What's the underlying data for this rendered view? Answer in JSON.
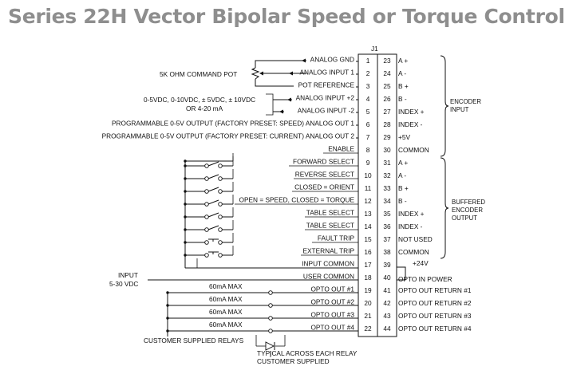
{
  "title": "Series 22H Vector Bipolar Speed or Torque Control",
  "connector_label": "J1",
  "left_pins": [
    {
      "num": "1",
      "label": "ANALOG GND"
    },
    {
      "num": "2",
      "label": "ANALOG INPUT 1"
    },
    {
      "num": "3",
      "label": "POT REFERENCE"
    },
    {
      "num": "4",
      "label": "ANALOG INPUT +2"
    },
    {
      "num": "5",
      "label": "ANALOG INPUT -2"
    },
    {
      "num": "6",
      "label": "PROGRAMMABLE 0-5V OUTPUT (FACTORY PRESET: SPEED) ANALOG OUT 1"
    },
    {
      "num": "7",
      "label": "PROGRAMMABLE 0-5V OUTPUT (FACTORY PRESET: CURRENT) ANALOG OUT 2"
    },
    {
      "num": "8",
      "label": "ENABLE"
    },
    {
      "num": "9",
      "label": "FORWARD SELECT"
    },
    {
      "num": "10",
      "label": "REVERSE SELECT"
    },
    {
      "num": "11",
      "label": "CLOSED = ORIENT"
    },
    {
      "num": "12",
      "label": "OPEN = SPEED, CLOSED = TORQUE"
    },
    {
      "num": "13",
      "label": "TABLE SELECT"
    },
    {
      "num": "14",
      "label": "TABLE SELECT"
    },
    {
      "num": "15",
      "label": "FAULT TRIP"
    },
    {
      "num": "16",
      "label": "EXTERNAL TRIP"
    },
    {
      "num": "17",
      "label": "INPUT COMMON"
    },
    {
      "num": "18",
      "label": "USER COMMON"
    },
    {
      "num": "19",
      "label": "OPTO OUT #1"
    },
    {
      "num": "20",
      "label": "OPTO OUT #2"
    },
    {
      "num": "21",
      "label": "OPTO OUT #3"
    },
    {
      "num": "22",
      "label": "OPTO OUT #4"
    }
  ],
  "right_pins": [
    {
      "num": "23",
      "label": "A +"
    },
    {
      "num": "24",
      "label": "A -"
    },
    {
      "num": "25",
      "label": "B +"
    },
    {
      "num": "26",
      "label": "B -"
    },
    {
      "num": "27",
      "label": "INDEX +"
    },
    {
      "num": "28",
      "label": "INDEX -"
    },
    {
      "num": "29",
      "label": "+5V"
    },
    {
      "num": "30",
      "label": "COMMON"
    },
    {
      "num": "31",
      "label": "A +"
    },
    {
      "num": "32",
      "label": "A -"
    },
    {
      "num": "33",
      "label": "B +"
    },
    {
      "num": "34",
      "label": "B -"
    },
    {
      "num": "35",
      "label": "INDEX +"
    },
    {
      "num": "36",
      "label": "INDEX -"
    },
    {
      "num": "37",
      "label": "NOT USED"
    },
    {
      "num": "38",
      "label": "COMMON"
    },
    {
      "num": "39",
      "label": "+24V"
    },
    {
      "num": "40",
      "label": "OPTO IN POWER"
    },
    {
      "num": "41",
      "label": "OPTO OUT RETURN #1"
    },
    {
      "num": "42",
      "label": "OPTO OUT RETURN #2"
    },
    {
      "num": "43",
      "label": "OPTO OUT RETURN #3"
    },
    {
      "num": "44",
      "label": "OPTO OUT RETURN #4"
    }
  ],
  "annotations": {
    "pot": "5K OHM COMMAND POT",
    "analog_range_line1": "0-5VDC, 0-10VDC, ± 5VDC, ± 10VDC",
    "analog_range_line2": "OR 4-20 mA",
    "input_line1": "INPUT",
    "input_line2": "5-30 VDC",
    "max_current": "60mA  MAX",
    "customer_relays": "CUSTOMER SUPPLIED RELAYS",
    "typical_line1": "TYPICAL ACROSS EACH RELAY",
    "typical_line2": "CUSTOMER SUPPLIED"
  },
  "groups": {
    "encoder_input_line1": "ENCODER",
    "encoder_input_line2": "INPUT",
    "buffered_line1": "BUFFERED",
    "buffered_line2": "ENCODER",
    "buffered_line3": "OUTPUT"
  }
}
